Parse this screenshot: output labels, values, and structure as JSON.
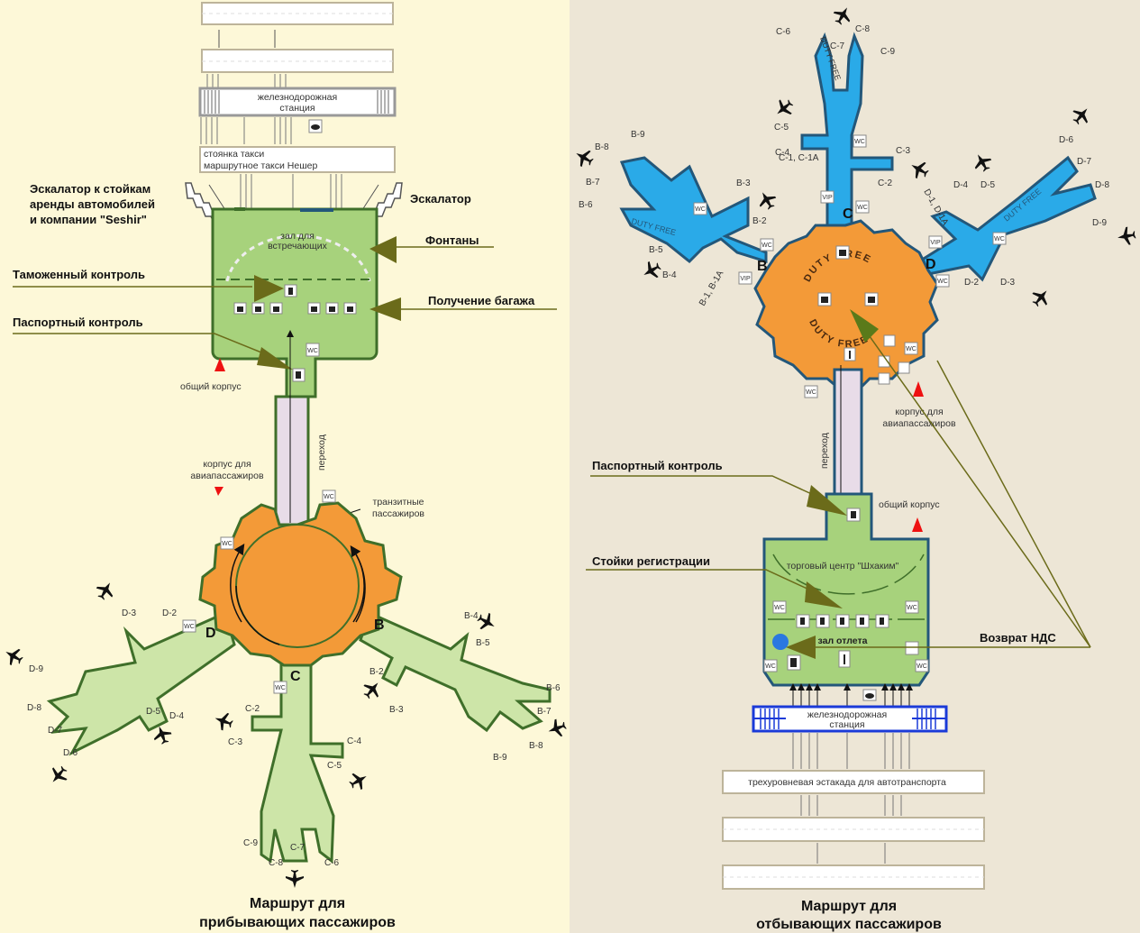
{
  "colors": {
    "left_bg": "#fdf8d8",
    "right_bg": "#ede6d6",
    "green_fill": "#a7d27c",
    "light_green": "#cde5a8",
    "green_stroke": "#3f6f2a",
    "orange": "#f39a38",
    "blue": "#2aaae8",
    "blue_stroke": "#23577a",
    "corridor": "#e8dce8",
    "pointer": "#6b6b1a",
    "red_marker": "#ee1111"
  },
  "arrivals": {
    "title_line1": "Маршрут для",
    "title_line2": "прибывающих пассажиров",
    "railway_station_l1": "железнодорожная",
    "railway_station_l2": "станция",
    "taxi_stand": "стоянка такси",
    "sherut": "маршрутное такси Нешер",
    "escalator_car_rental_l1": "Эскалатор к стойкам",
    "escalator_car_rental_l2": "аренды автомобилей",
    "escalator_car_rental_l3": "и компании \"Seshir\"",
    "escalator": "Эскалатор",
    "greeting_hall_l1": "зал для",
    "greeting_hall_l2": "встречающих",
    "fountains": "Фонтаны",
    "customs": "Таможенный контроль",
    "baggage_claim": "Получение багажа",
    "passport_control": "Паспортный контроль",
    "main_building": "общий корпус",
    "passage": "переход",
    "air_terminal_l1": "корпус для",
    "air_terminal_l2": "авиапассажиров",
    "transit_l1": "транзитные",
    "transit_l2": "пассажиров",
    "wc": "WC",
    "concourses": {
      "B": {
        "letter": "B",
        "gates": [
          "B-2",
          "B-3",
          "B-4",
          "B-5",
          "B-6",
          "B-7",
          "B-8",
          "B-9"
        ]
      },
      "C": {
        "letter": "C",
        "gates": [
          "C-2",
          "C-3",
          "C-4",
          "C-5",
          "C-6",
          "C-7",
          "C-8",
          "C-9"
        ]
      },
      "D": {
        "letter": "D",
        "gates": [
          "D-2",
          "D-3",
          "D-4",
          "D-5",
          "D-6",
          "D-7",
          "D-8",
          "D-9"
        ]
      }
    }
  },
  "departures": {
    "title_line1": "Маршрут для",
    "title_line2": "отбывающих пассажиров",
    "duty_free": "DUTY FREE",
    "wc": "WC",
    "vip": "VIP",
    "passage": "переход",
    "air_terminal_l1": "корпус для",
    "air_terminal_l2": "авиапассажиров",
    "main_building": "общий корпус",
    "passport_control": "Паспортный контроль",
    "checkin_counters": "Стойки регистрации",
    "shopping_center": "торговый центр \"Шхаким\"",
    "departure_hall": "зал отлета",
    "vat_refund": "Возврат НДС",
    "railway_station_l1": "железнодорожная",
    "railway_station_l2": "станция",
    "overpass": "трехуровневая эстакада для автотранспорта",
    "concourses": {
      "B": {
        "letter": "B",
        "near_gates": "B-1, B-1A",
        "gates": [
          "B-2",
          "B-3",
          "B-4",
          "B-5",
          "B-6",
          "B-7",
          "B-8",
          "B-9"
        ]
      },
      "C": {
        "letter": "C",
        "near_gates": "C-1, C-1A",
        "gates": [
          "C-2",
          "C-3",
          "C-4",
          "C-5",
          "C-6",
          "C-7",
          "C-8",
          "C-9"
        ]
      },
      "D": {
        "letter": "D",
        "near_gates": "D-1, D-1A",
        "gates": [
          "D-2",
          "D-3",
          "D-4",
          "D-5",
          "D-6",
          "D-7",
          "D-8",
          "D-9"
        ]
      }
    }
  }
}
